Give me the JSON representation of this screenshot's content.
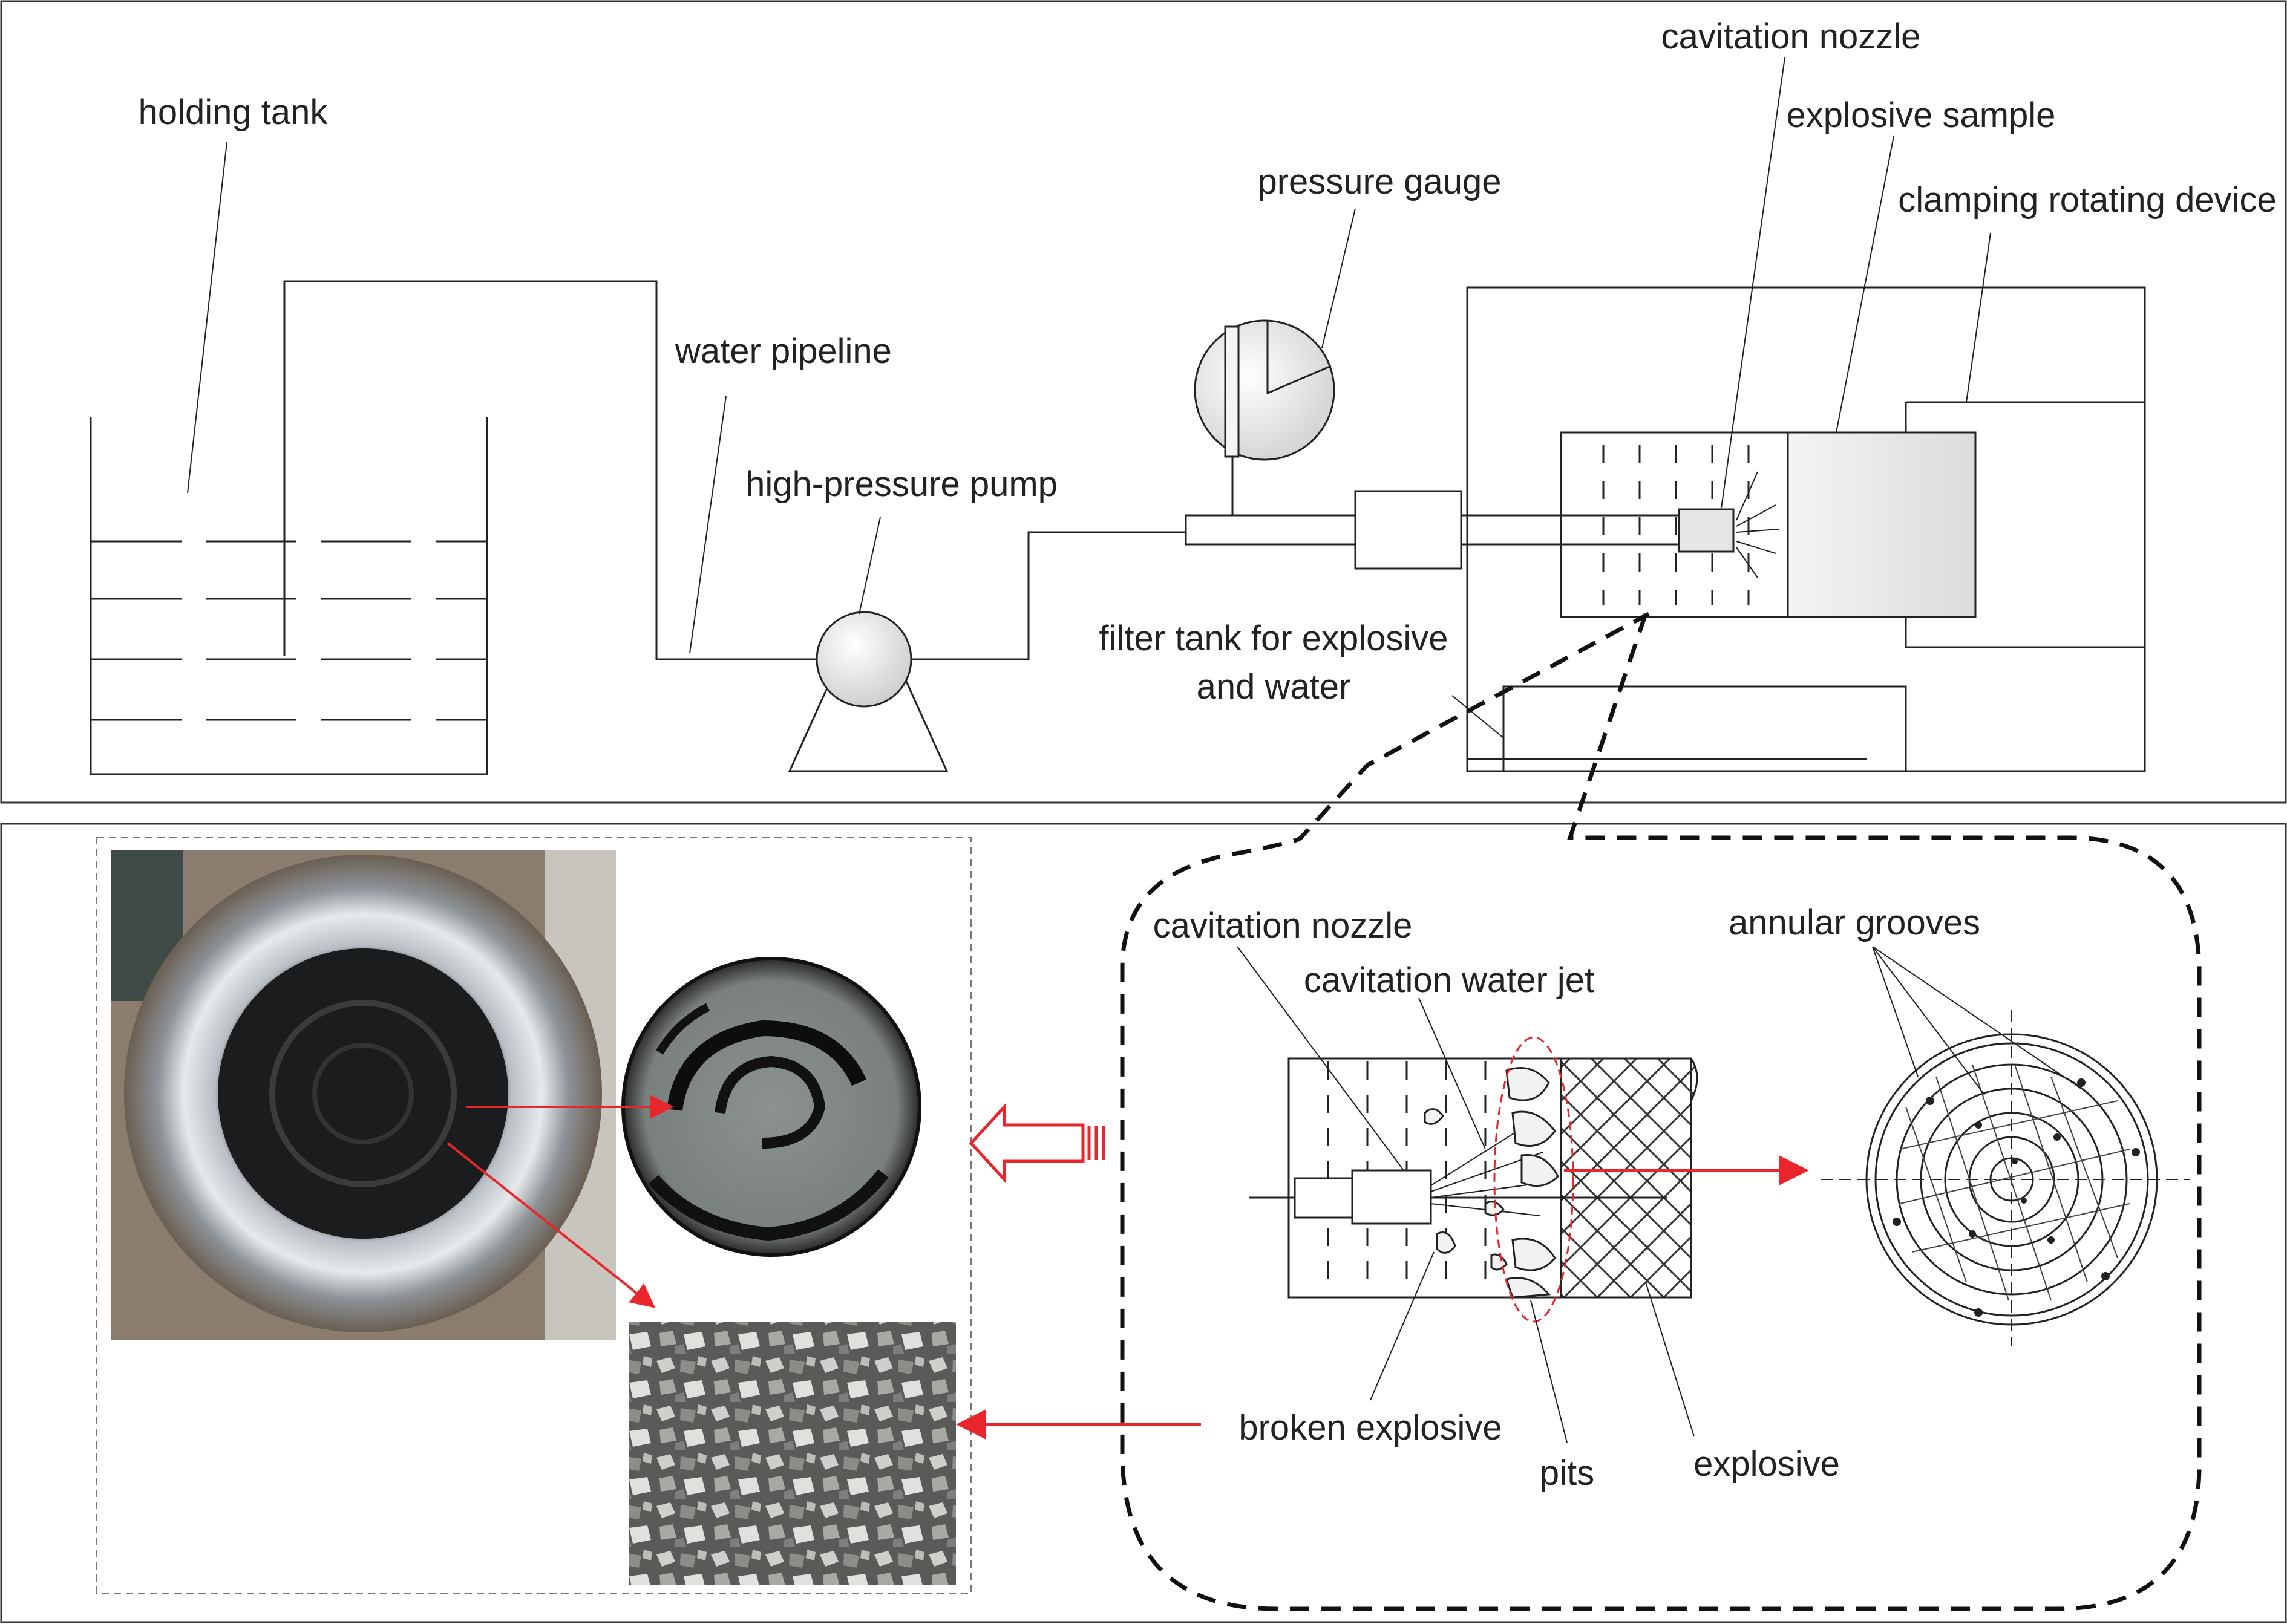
{
  "top_panel": {
    "labels": {
      "holding_tank": "holding tank",
      "water_pipeline": "water pipeline",
      "high_pressure_pump": "high-pressure pump",
      "pressure_gauge": "pressure gauge",
      "cavitation_nozzle": "cavitation nozzle",
      "explosive_sample": "explosive sample",
      "clamping_rotating_device": "clamping rotating device",
      "filter_tank_line1": "filter tank for explosive",
      "filter_tank_line2": "and water"
    }
  },
  "detail_panel": {
    "labels": {
      "cavitation_nozzle": "cavitation nozzle",
      "cavitation_water_jet": "cavitation water jet",
      "annular_grooves": "annular grooves",
      "broken_explosive": "broken explosive",
      "pits": "pits",
      "explosive": "explosive"
    }
  },
  "colors": {
    "line": "#1a1a1a",
    "accent_red": "#e8262b",
    "sample_fill": "#ececec",
    "gauge_fill": "#e6e6e6",
    "pump_fill": "#ececec"
  }
}
